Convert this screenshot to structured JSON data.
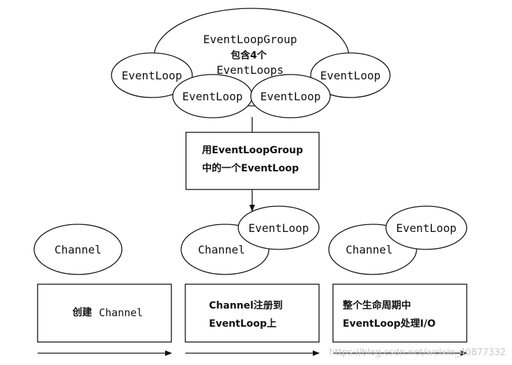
{
  "group": {
    "title": "EventLoopGroup",
    "contains_label": "包含4个",
    "eventloops_label": "EventLoops",
    "loops": [
      "EventLoop",
      "EventLoop",
      "EventLoop",
      "EventLoop"
    ]
  },
  "assign_box": {
    "line1": "用EventLoopGroup",
    "line2": "中的一个EventLoop"
  },
  "steps": [
    {
      "channel": "Channel",
      "eventloop": "",
      "box_line1": "创建",
      "box_line2": "Channel"
    },
    {
      "channel": "Channel",
      "eventloop": "EventLoop",
      "box_line1": "Channel注册到",
      "box_line2": "EventLoop上"
    },
    {
      "channel": "Channel",
      "eventloop": "EventLoop",
      "box_line1": "整个生命周期中",
      "box_line2": "EventLoop处理I/O"
    }
  ],
  "watermark": "https://blog.csdn.net/weixin_40877332"
}
